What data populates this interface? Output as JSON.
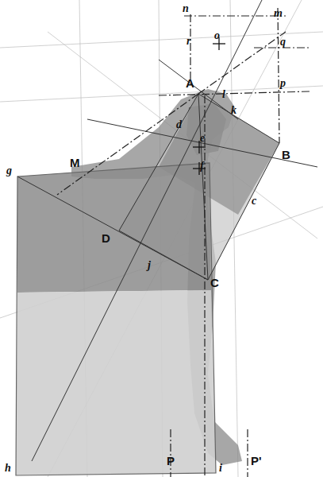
{
  "diagram": {
    "labels": [
      "n",
      "m",
      "r",
      "o",
      "q",
      "A",
      "l",
      "p",
      "k",
      "d",
      "e",
      "f",
      "B",
      "M",
      "g",
      "c",
      "D",
      "j",
      "C",
      "P'",
      "P",
      "h",
      "i"
    ]
  }
}
